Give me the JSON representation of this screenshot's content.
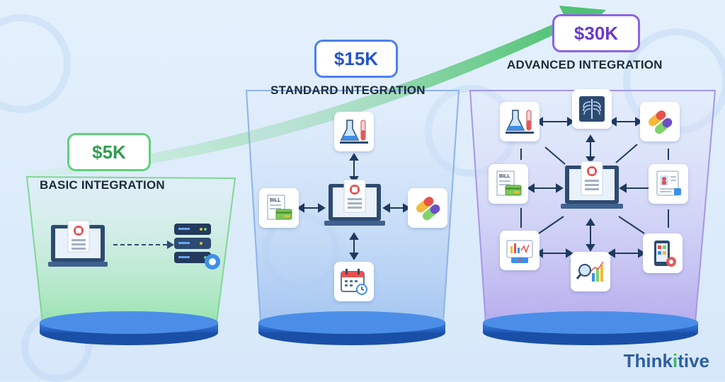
{
  "tiers": [
    {
      "price": "$5K",
      "title": "BASIC INTEGRATION",
      "color": "#2e9e4f",
      "border": "#5ed17a"
    },
    {
      "price": "$15K",
      "title": "STANDARD INTEGRATION",
      "color": "#2553c8",
      "border": "#4d7ff0"
    },
    {
      "price": "$30K",
      "title": "ADVANCED INTEGRATION",
      "color": "#6a3bc7",
      "border": "#8a63e6"
    }
  ],
  "bill_label": "BILL",
  "brand": {
    "part1": "Think",
    "part2": "i",
    "part3": "tive"
  }
}
